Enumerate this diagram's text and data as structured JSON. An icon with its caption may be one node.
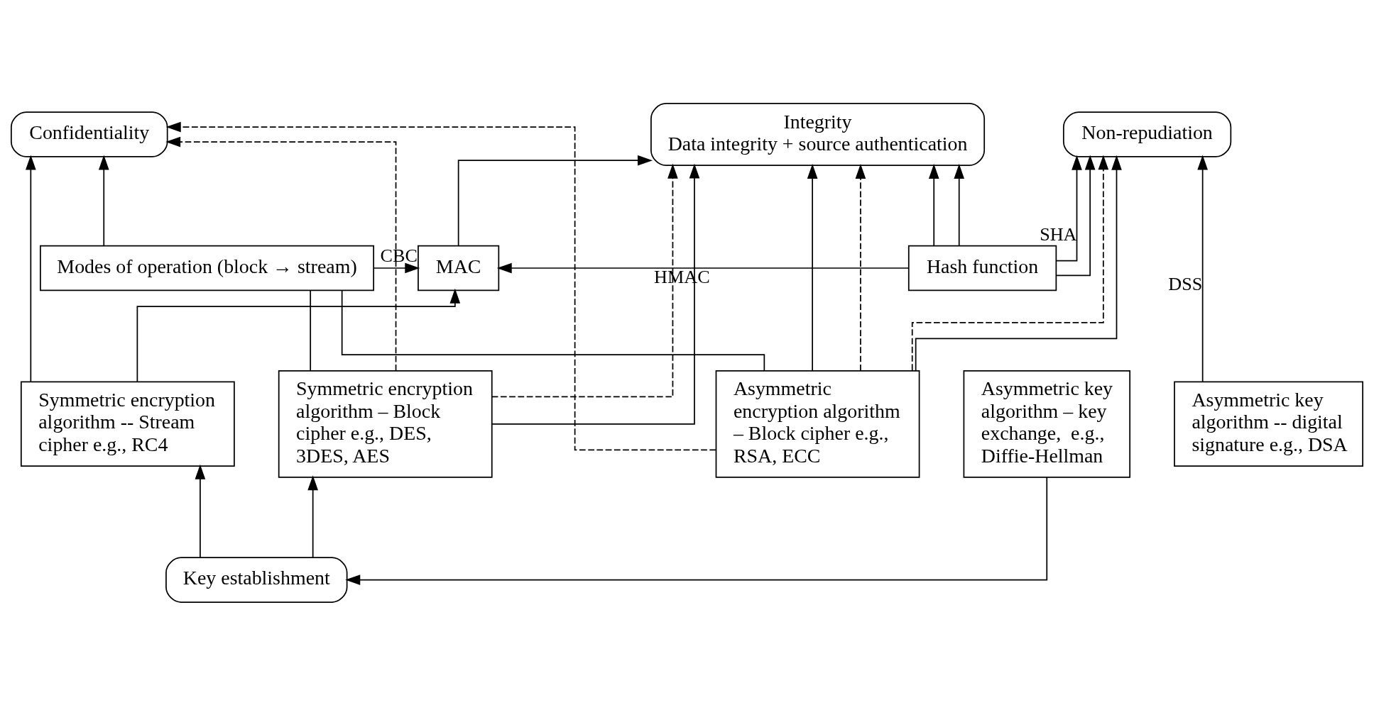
{
  "diagram": {
    "nodes": [
      {
        "text": [
          "Confidentiality"
        ]
      },
      {
        "text": [
          "Integrity",
          "Data integrity + source authentication"
        ]
      },
      {
        "text": [
          "Non-repudiation"
        ]
      },
      {
        "text": [
          "Modes of operation (block → stream)"
        ]
      },
      {
        "text": [
          "MAC"
        ]
      },
      {
        "text": [
          "Hash function"
        ]
      },
      {
        "text": [
          "Symmetric encryption algorithm -- Stream cipher e.g., RC4"
        ]
      },
      {
        "text": [
          "Symmetric encryption algorithm – Block cipher e.g., DES, 3DES, AES"
        ]
      },
      {
        "text": [
          "Asymmetric encryption algorithm – Block cipher e.g., RSA, ECC"
        ]
      },
      {
        "text": [
          "Asymmetric key algorithm – key exchange,  e.g., Diffie-Hellman"
        ]
      },
      {
        "text": [
          "Asymmetric key algorithm -- digital signature e.g., DSA"
        ]
      },
      {
        "text": [
          "Key establishment"
        ]
      }
    ],
    "edges": [
      {
        "from": 6,
        "to": 0,
        "arrow": "to"
      },
      {
        "from": 3,
        "to": 0,
        "arrow": "to"
      },
      {
        "from": 7,
        "to": 3,
        "arrow": "none"
      },
      {
        "from": 8,
        "to": 3,
        "arrow": "none"
      },
      {
        "from": 3,
        "to": 4,
        "arrow": "to",
        "label": "CBC"
      },
      {
        "from": 6,
        "to": 4,
        "arrow": "to"
      },
      {
        "from": 7,
        "to": 1,
        "arrow": "to"
      },
      {
        "from": 5,
        "to": 1,
        "arrow": "to"
      },
      {
        "from": 8,
        "to": 1,
        "arrow": "to"
      },
      {
        "from": 8,
        "to": 2,
        "arrow": "to"
      },
      {
        "from": 5,
        "to": 1,
        "arrow": "to"
      },
      {
        "from": 5,
        "to": 2,
        "arrow": "to"
      },
      {
        "from": 4,
        "to": 1,
        "arrow": "to"
      },
      {
        "from": 5,
        "to": 4,
        "arrow": "to",
        "label": "HMAC"
      },
      {
        "from": 5,
        "to": 2,
        "arrow": "to",
        "label": "SHA"
      },
      {
        "from": 10,
        "to": 2,
        "arrow": "to",
        "label": "DSS"
      },
      {
        "from": 7,
        "to": 0,
        "arrow": "to",
        "style": "dashed"
      },
      {
        "from": 7,
        "to": 1,
        "arrow": "to",
        "style": "dashed"
      },
      {
        "from": 8,
        "to": 0,
        "arrow": "to",
        "style": "dashed"
      },
      {
        "from": 8,
        "to": 1,
        "arrow": "to",
        "style": "dashed"
      },
      {
        "from": 8,
        "to": 2,
        "arrow": "to",
        "style": "dashed"
      },
      {
        "from": 9,
        "to": 11,
        "arrow": "to"
      },
      {
        "from": 11,
        "to": 6,
        "arrow": "to"
      },
      {
        "from": 11,
        "to": 7,
        "arrow": "to"
      }
    ]
  }
}
